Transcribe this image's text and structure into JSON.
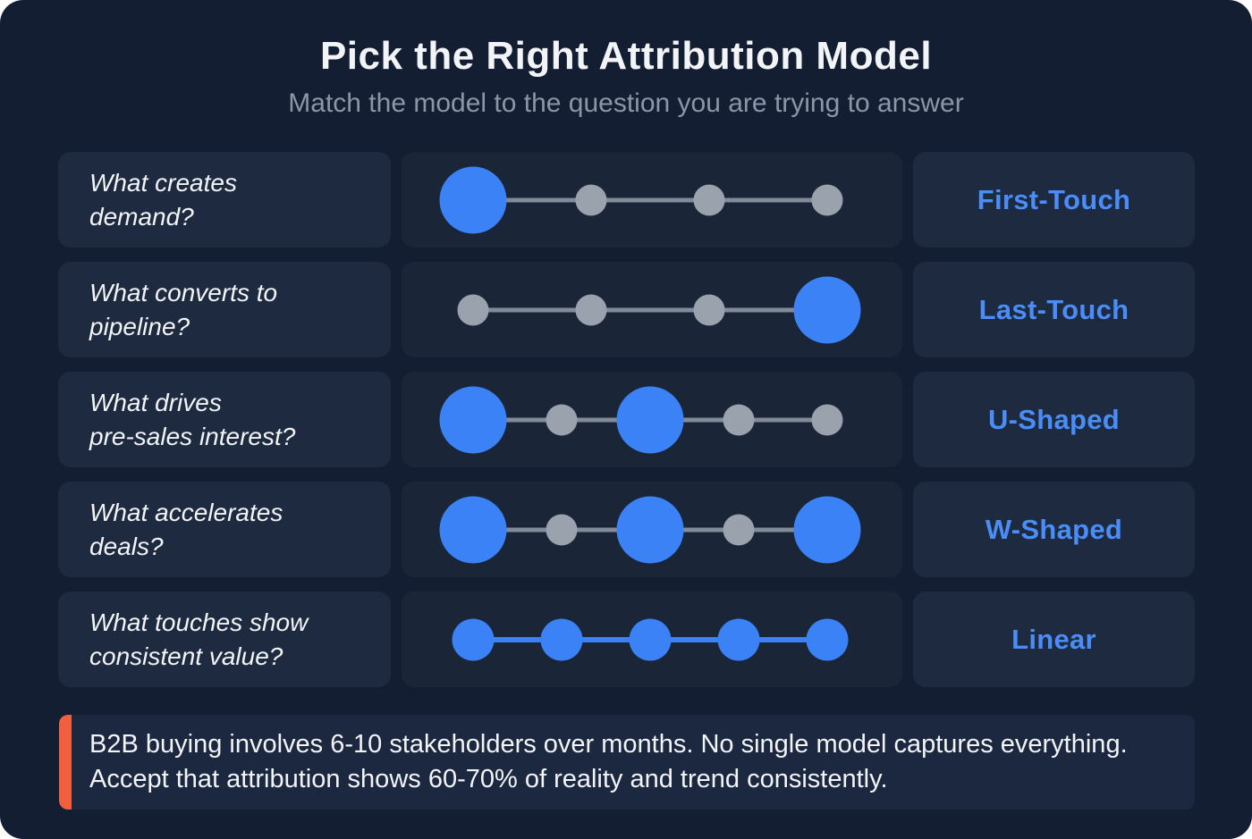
{
  "header": {
    "title": "Pick the Right Attribution Model",
    "subtitle": "Match the model to the question you are trying to answer"
  },
  "colors": {
    "page_bg": "#131e33",
    "card_bg": "#1d2a40",
    "diagram_card_bg": "#1a2538",
    "note_bg": "#1b2840",
    "text_primary": "#f2f4f7",
    "text_subtitle": "#8d96a8",
    "dot_blue": "#3b82f6",
    "label_blue": "#4a8df6",
    "dot_gray": "#9aa2ae",
    "line_gray": "#818b99",
    "accent_orange": "#f25f3e"
  },
  "rows": [
    {
      "question_lines": [
        "What creates",
        "demand?"
      ],
      "model": "First-Touch",
      "connector": "gray",
      "dots": [
        {
          "size": "lg",
          "color": "blue"
        },
        {
          "size": "sm",
          "color": "gray"
        },
        {
          "size": "sm",
          "color": "gray"
        },
        {
          "size": "sm",
          "color": "gray"
        }
      ]
    },
    {
      "question_lines": [
        "What converts to",
        "pipeline?"
      ],
      "model": "Last-Touch",
      "connector": "gray",
      "dots": [
        {
          "size": "sm",
          "color": "gray"
        },
        {
          "size": "sm",
          "color": "gray"
        },
        {
          "size": "sm",
          "color": "gray"
        },
        {
          "size": "lg",
          "color": "blue"
        }
      ]
    },
    {
      "question_lines": [
        "What drives",
        "pre-sales interest?"
      ],
      "model": "U-Shaped",
      "connector": "gray",
      "dots": [
        {
          "size": "lg",
          "color": "blue"
        },
        {
          "size": "sm",
          "color": "gray"
        },
        {
          "size": "lg",
          "color": "blue"
        },
        {
          "size": "sm",
          "color": "gray"
        },
        {
          "size": "sm",
          "color": "gray"
        }
      ]
    },
    {
      "question_lines": [
        "What accelerates",
        "deals?"
      ],
      "model": "W-Shaped",
      "connector": "gray",
      "dots": [
        {
          "size": "lg",
          "color": "blue"
        },
        {
          "size": "sm",
          "color": "gray"
        },
        {
          "size": "lg",
          "color": "blue"
        },
        {
          "size": "sm",
          "color": "gray"
        },
        {
          "size": "lg",
          "color": "blue"
        }
      ]
    },
    {
      "question_lines": [
        "What touches show",
        "consistent value?"
      ],
      "model": "Linear",
      "connector": "blue",
      "dots": [
        {
          "size": "md",
          "color": "blue"
        },
        {
          "size": "md",
          "color": "blue"
        },
        {
          "size": "md",
          "color": "blue"
        },
        {
          "size": "md",
          "color": "blue"
        },
        {
          "size": "md",
          "color": "blue"
        }
      ]
    }
  ],
  "footnote": {
    "text": "B2B buying involves 6-10 stakeholders over months. No single model captures everything. Accept that attribution shows 60-70% of reality and trend consistently."
  }
}
